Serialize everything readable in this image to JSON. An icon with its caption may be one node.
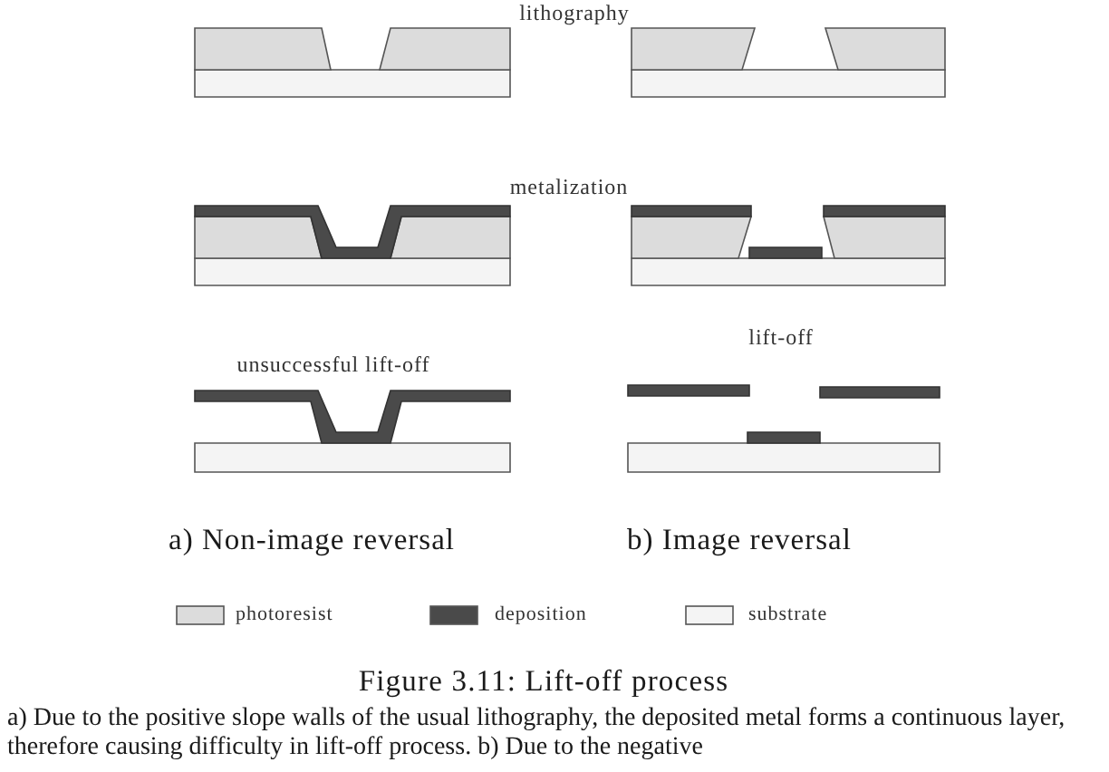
{
  "diagram": {
    "caption": "Figure 3.11: Lift-off process",
    "labels": [
      "lithography",
      "metalization",
      "lift-off",
      "unsuccessful lift-off",
      "a) Non-image reversal",
      "b) Image reversal",
      "a) Due to the positive slope walls of the usual lithography, the deposited metal forms a continuous layer, therefore causing difficulty in lift-off process. b) Due to the negative"
    ],
    "legend": [
      {
        "text": "photoresist",
        "color": "#dcdcdc"
      },
      {
        "text": "deposition",
        "color": "#4a4a4a"
      },
      {
        "text": "substrate",
        "color": "#f4f4f4"
      }
    ]
  }
}
